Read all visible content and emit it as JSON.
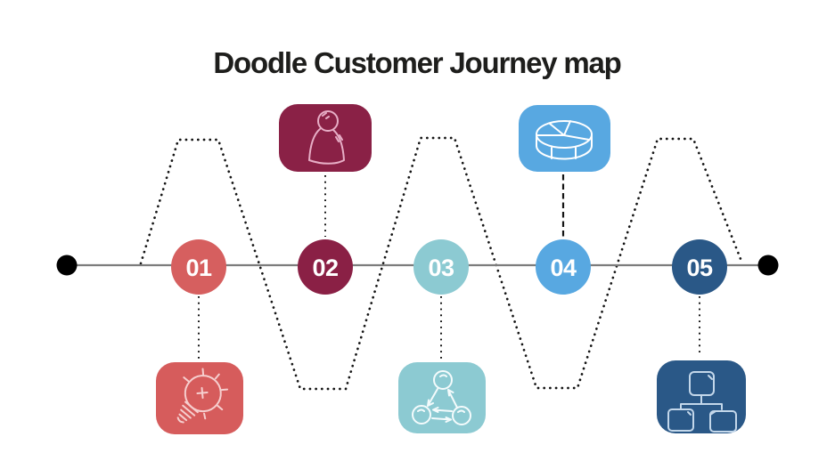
{
  "title": {
    "text": "Doodle Customer Journey map",
    "color": "#1e1e1c"
  },
  "timeline": {
    "line_color": "#7c7c7c",
    "endpoint_color": "#000000",
    "zigzag_color": "#141414",
    "number_color": "#ffffff"
  },
  "steps": [
    {
      "number": "01",
      "circle_color": "#d65f5f",
      "box_color": "#d65c5c",
      "icon": "lightbulb-icon",
      "icon_position": "below",
      "icon_stroke": "#f6cfcf",
      "connector": "dotted"
    },
    {
      "number": "02",
      "circle_color": "#8a2045",
      "box_color": "#8a2146",
      "icon": "person-icon",
      "icon_position": "above",
      "icon_stroke": "#e7aec6",
      "connector": "dotted"
    },
    {
      "number": "03",
      "circle_color": "#8ccad2",
      "box_color": "#8ccad2",
      "icon": "cycle-icon",
      "icon_position": "below",
      "icon_stroke": "#f4fbfc",
      "connector": "dotted"
    },
    {
      "number": "04",
      "circle_color": "#58a8e1",
      "box_color": "#58a8e1",
      "icon": "pie-chart-icon",
      "icon_position": "above",
      "icon_stroke": "#ffffff",
      "connector": "dashed"
    },
    {
      "number": "05",
      "circle_color": "#2a5887",
      "box_color": "#2a5887",
      "icon": "org-chart-icon",
      "icon_position": "below",
      "icon_stroke": "#c3d7ea",
      "connector": "dotted"
    }
  ]
}
